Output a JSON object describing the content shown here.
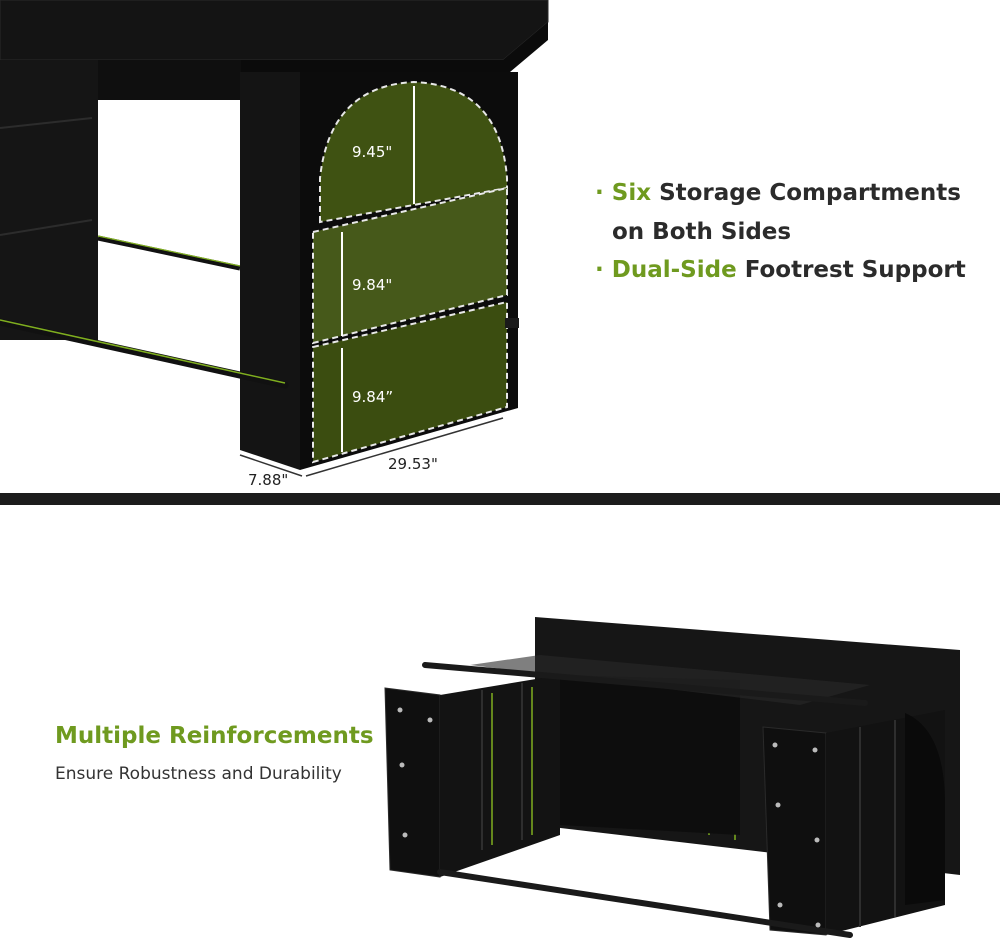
{
  "features": {
    "line1_accent": "Six",
    "line1_rest": "Storage Compartments",
    "line2": "on Both Sides",
    "line3_accent": "Dual-Side",
    "line3_rest": "Footrest Support",
    "bullet": "·"
  },
  "dimensions": {
    "arch_height": "9.45\"",
    "middle_height": "9.84\"",
    "bottom_height": "9.84”",
    "depth": "7.88\"",
    "width": "29.53\""
  },
  "reinforcement": {
    "title": "Multiple Reinforcements",
    "subtitle": "Ensure Robustness and Durability"
  },
  "colors": {
    "accent": "#6f9a1f",
    "compartment_highlight": "#3f5212",
    "desk": "#111111",
    "text": "#2b2b2b"
  }
}
